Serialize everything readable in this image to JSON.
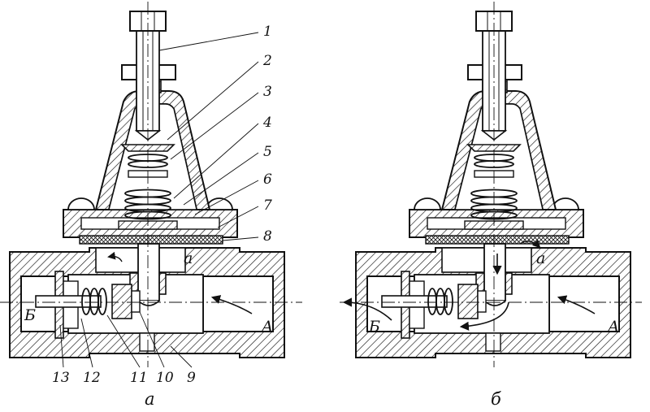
{
  "figure": {
    "callouts": [
      "1",
      "2",
      "3",
      "4",
      "5",
      "6",
      "7",
      "8",
      "9",
      "10",
      "11",
      "12",
      "13"
    ],
    "panel_a": {
      "caption": "а",
      "port_left": "Б",
      "port_right": "А",
      "chamber": "а"
    },
    "panel_b": {
      "caption": "б",
      "port_left": "Б",
      "port_right": "А",
      "chamber": "а"
    }
  }
}
